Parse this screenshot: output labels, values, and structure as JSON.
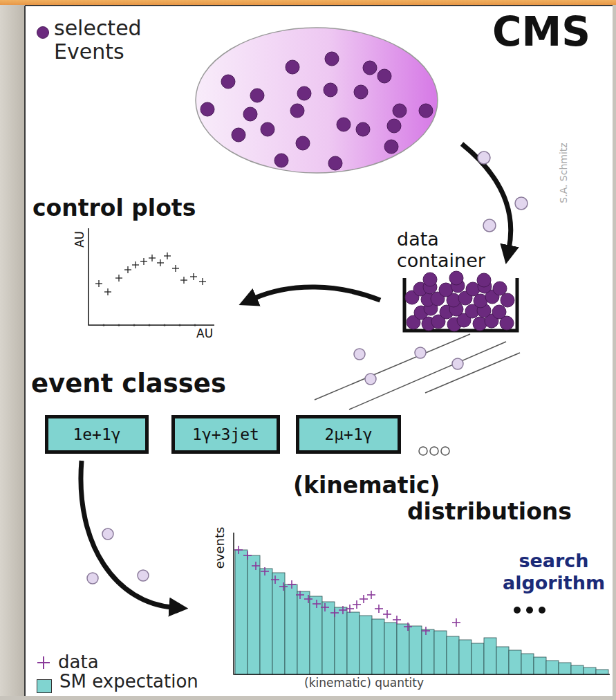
{
  "diagram": {
    "title": "CMS",
    "nodes": [
      {
        "text": [
          "1e+1γ"
        ]
      },
      {
        "text": [
          "1γ+3jet"
        ]
      },
      {
        "text": [
          "2μ+1γ"
        ]
      }
    ],
    "labels": [
      "control plots",
      "AU",
      "AU",
      "data container",
      "event classes",
      "(kinematic) distributions",
      "events",
      "(kinematic) quantity",
      "search algorithm",
      "S.A. Schmitz"
    ],
    "legend": [
      {
        "text": "selected Events",
        "color": "#6b2a7e"
      },
      {
        "text": "data"
      },
      {
        "text": "SM expectation",
        "color": "#80d4d0"
      }
    ]
  }
}
